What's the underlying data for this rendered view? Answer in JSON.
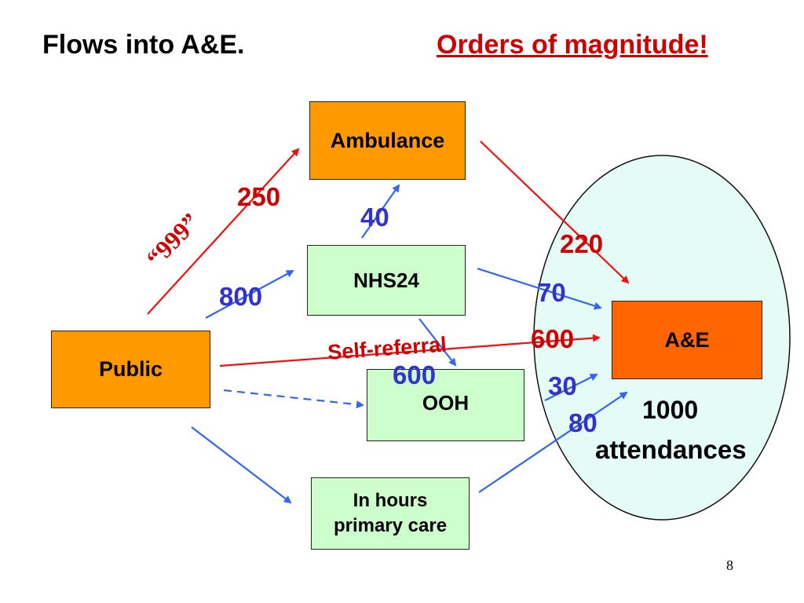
{
  "slide": {
    "title": "Flows into A&E.",
    "subtitle": "Orders of magnitude",
    "subtitle_suffix": "!",
    "page_number": "8"
  },
  "nodes": {
    "ambulance": "Ambulance",
    "nhs24": "NHS24",
    "public": "Public",
    "ooh": "OOH",
    "in_hours_line1": "In hours",
    "in_hours_line2": "primary care",
    "ae": "A&E"
  },
  "flows": {
    "public_to_ambulance": "250",
    "nine_nine_nine": "“999”",
    "nhs24_to_ambulance": "40",
    "ambulance_to_ae": "220",
    "public_to_nhs24": "800",
    "nhs24_to_ae": "70",
    "self_referral_label": "Self-referral",
    "self_referral_value": "600",
    "nhs24_to_ooh": "600",
    "ooh_to_ae": "30",
    "in_hours_to_ae": "80"
  },
  "total": {
    "value": "1000",
    "label": "attendances"
  },
  "colors": {
    "red_arrow": "#ee1111",
    "blue_arrow": "#3366ee",
    "ambulance_fill": "#ff9900",
    "ae_fill": "#ff6600",
    "mint_fill": "#ccffcc",
    "ellipse_fill": "#e5fbf6"
  }
}
